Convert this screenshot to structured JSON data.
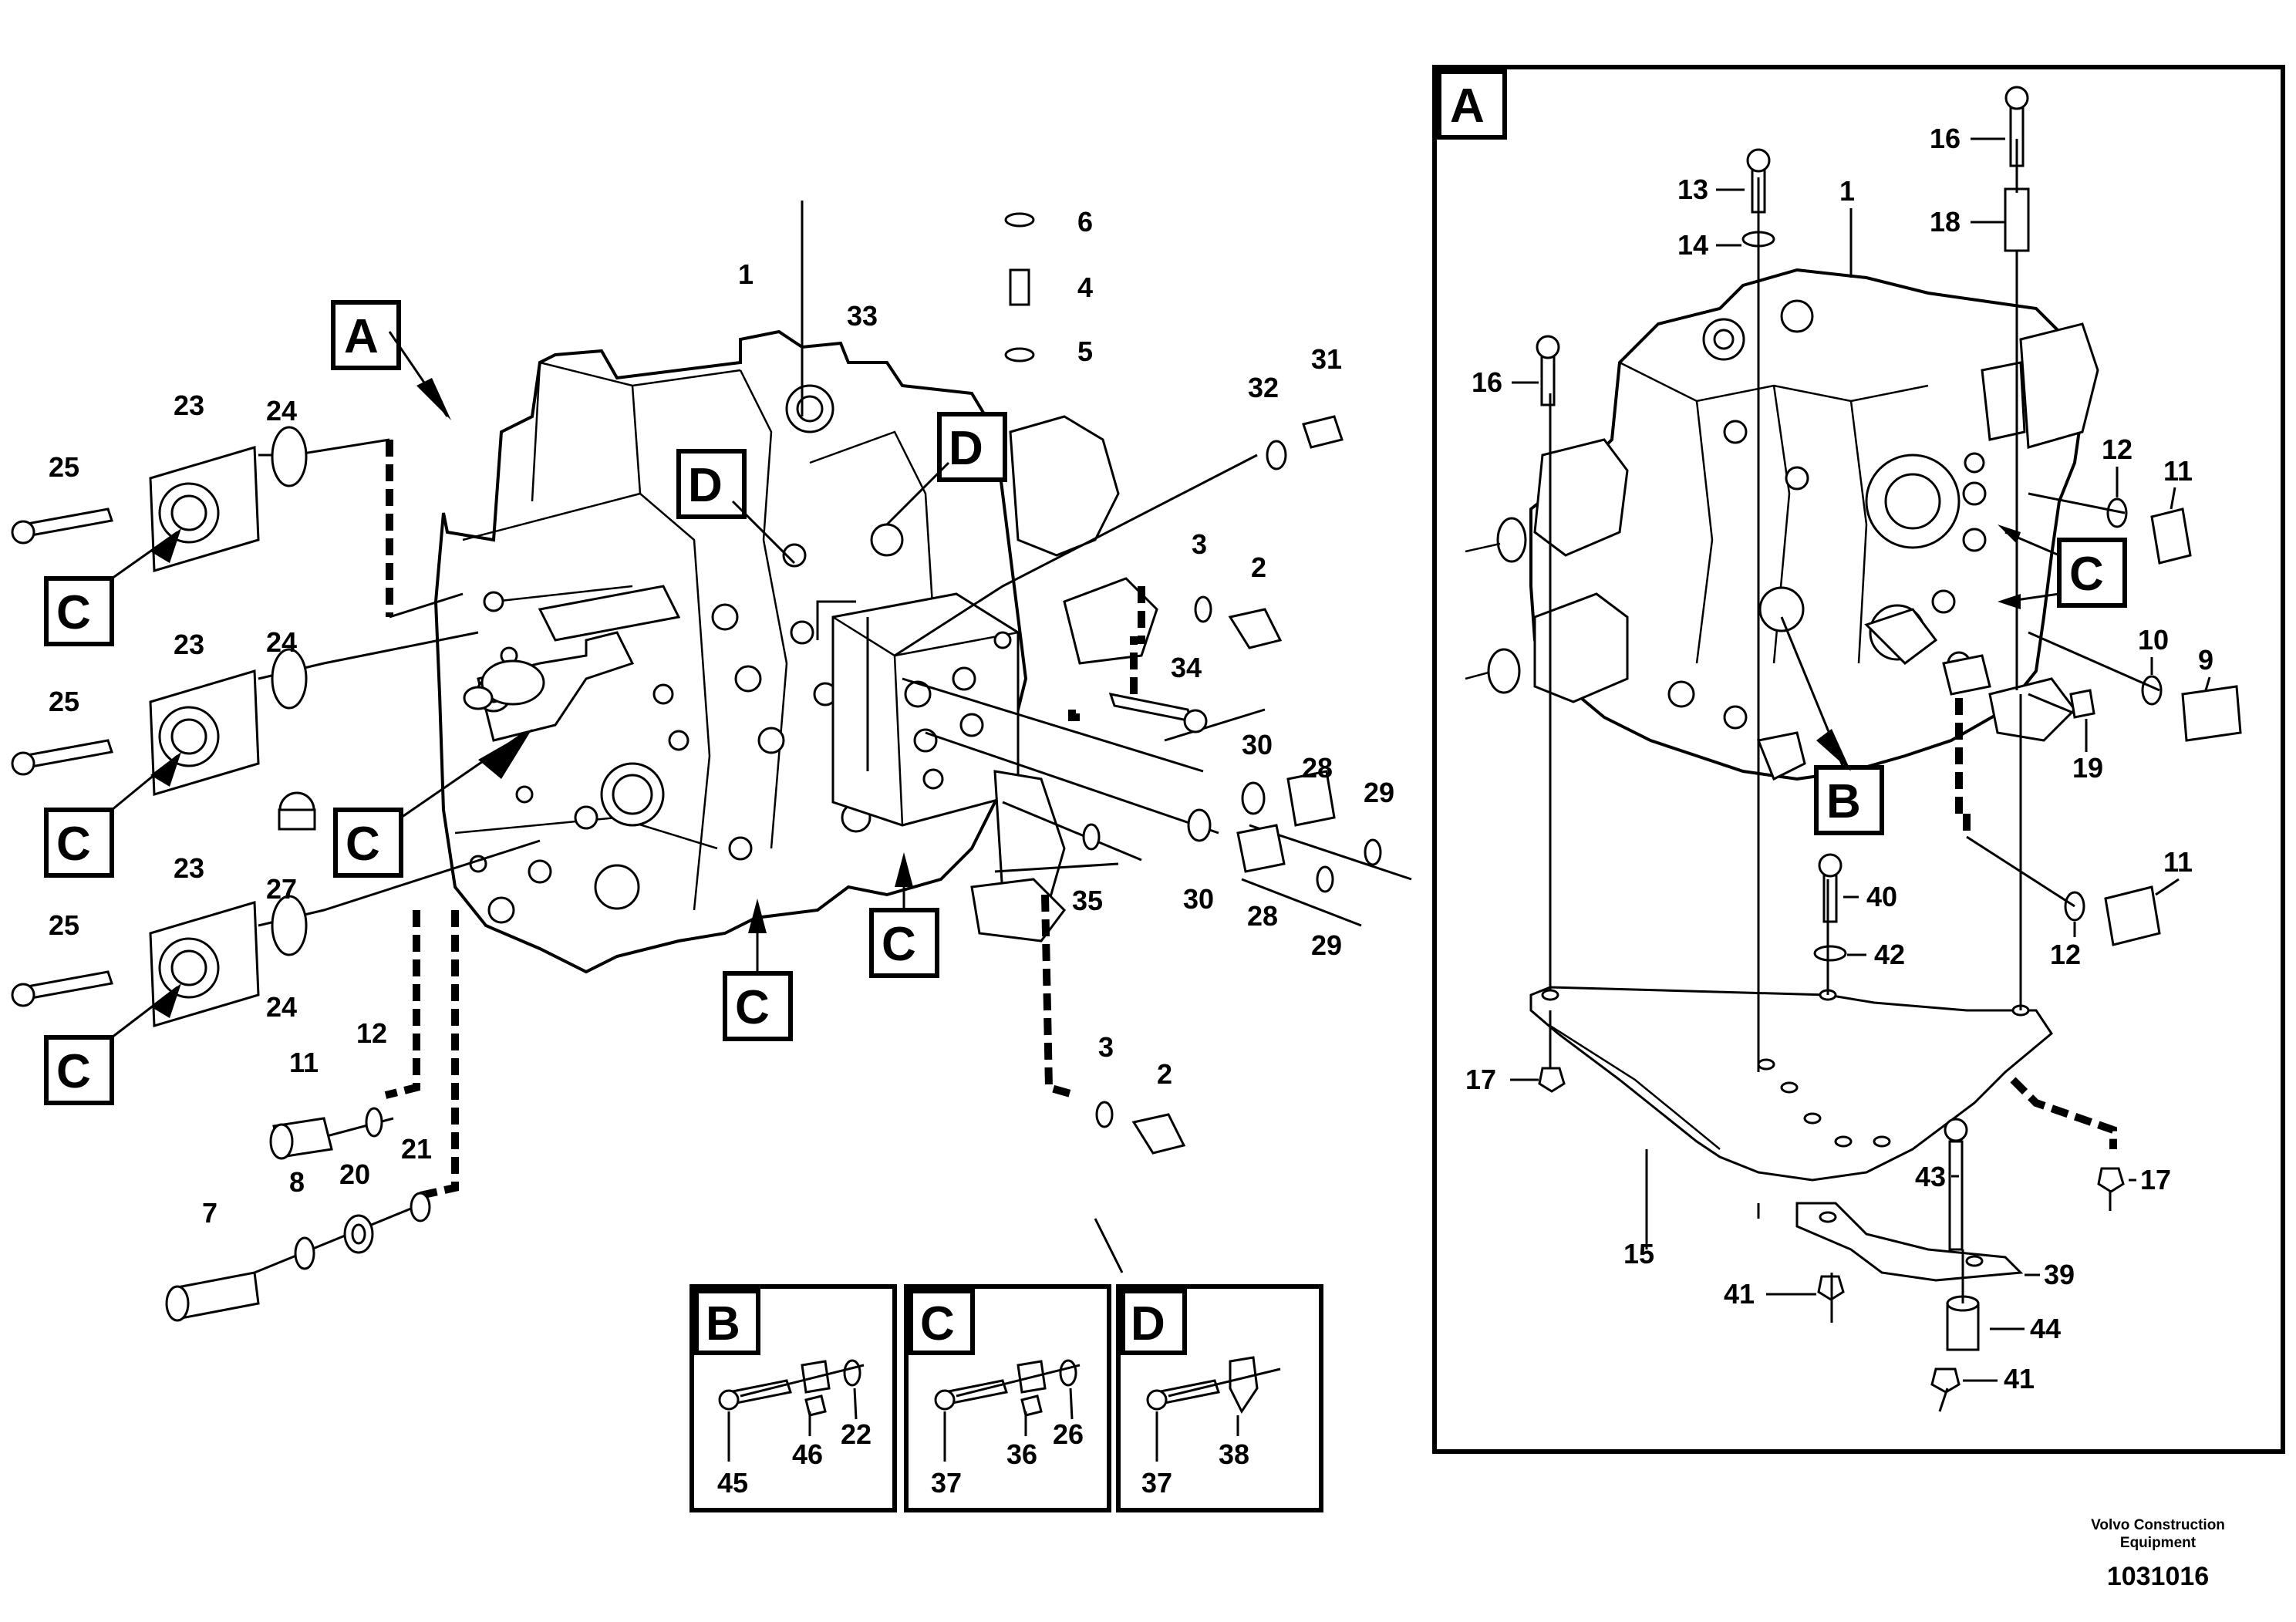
{
  "drawing_number": "1031016",
  "brand_line1": "Volvo Construction",
  "brand_line2": "Equipment",
  "section_tags": {
    "A": "A",
    "B": "B",
    "C": "C",
    "D": "D"
  },
  "main_labels": {
    "p1": "1",
    "p2a": "2",
    "p2b": "2",
    "p3a": "3",
    "p3b": "3",
    "p4": "4",
    "p5": "5",
    "p6": "6",
    "p7": "7",
    "p8": "8",
    "p11": "11",
    "p12": "12",
    "p20": "20",
    "p21": "21",
    "p23a": "23",
    "p23b": "23",
    "p23c": "23",
    "p24a": "24",
    "p24b": "24",
    "p24c": "24",
    "p25a": "25",
    "p25b": "25",
    "p25c": "25",
    "p27": "27",
    "p28a": "28",
    "p28b": "28",
    "p29a": "29",
    "p29b": "29",
    "p30a": "30",
    "p30b": "30",
    "p31": "31",
    "p32": "32",
    "p33": "33",
    "p34": "34",
    "p35": "35"
  },
  "detail_a_labels": {
    "p1": "1",
    "p9": "9",
    "p10": "10",
    "p11a": "11",
    "p11b": "11",
    "p12a": "12",
    "p12b": "12",
    "p13": "13",
    "p14": "14",
    "p15": "15",
    "p16a": "16",
    "p16b": "16",
    "p17a": "17",
    "p17b": "17",
    "p18": "18",
    "p19": "19",
    "p39": "39",
    "p40": "40",
    "p41a": "41",
    "p41b": "41",
    "p42": "42",
    "p43": "43",
    "p44": "44"
  },
  "detail_b_labels": {
    "p45": "45",
    "p46": "46",
    "p22": "22"
  },
  "detail_c_labels": {
    "p37": "37",
    "p36": "36",
    "p26": "26"
  },
  "detail_d_labels": {
    "p37": "37",
    "p38": "38"
  }
}
